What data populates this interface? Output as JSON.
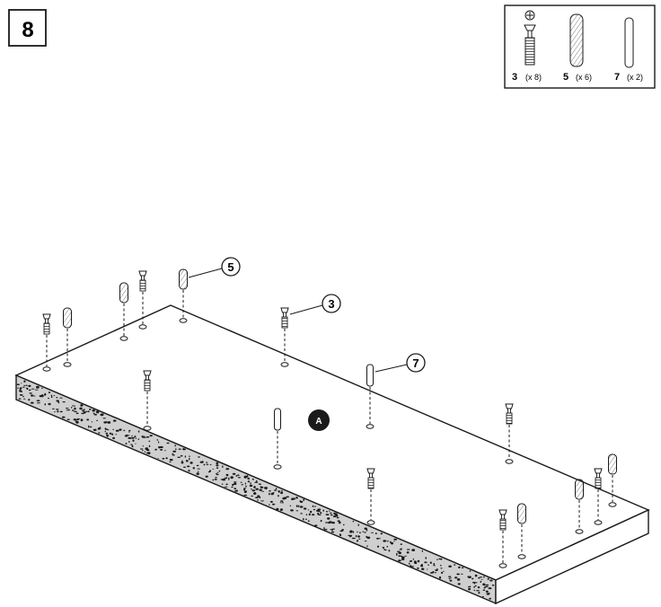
{
  "step": {
    "number": "8"
  },
  "parts_legend": {
    "items": [
      {
        "id": "3",
        "qty": "(x 8)",
        "icon": "cam-bolt-icon"
      },
      {
        "id": "5",
        "qty": "(x 6)",
        "icon": "wood-dowel-icon"
      },
      {
        "id": "7",
        "qty": "(x 2)",
        "icon": "metal-pin-icon"
      }
    ]
  },
  "callouts": {
    "dowel": "5",
    "cam_bolt": "3",
    "pin": "7"
  },
  "panel": {
    "label": "A"
  },
  "colors": {
    "ink": "#1a1a1a",
    "edge_fill": "#cfcfcf",
    "paper": "#ffffff"
  }
}
